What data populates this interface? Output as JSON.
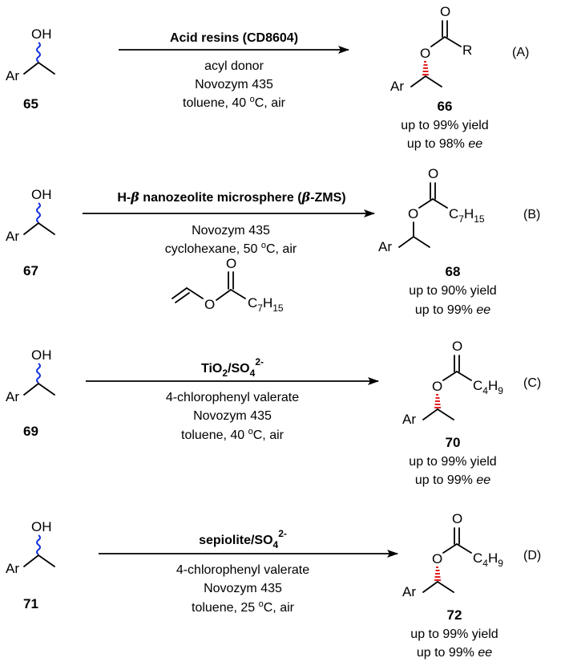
{
  "atoms": {
    "oh": "OH",
    "ar": "Ar",
    "o": "O",
    "r": "R",
    "c7": "C",
    "c7_sub": "7",
    "h15": "H",
    "h15_sub": "15",
    "c4": "C",
    "c4_sub": "4",
    "h9": "H",
    "h9_sub": "9"
  },
  "reactions": [
    {
      "label": "(A)",
      "sm": "65",
      "pdt": "66",
      "catalyst": "Acid resins (CD8604)",
      "lines": [
        "acyl donor",
        "Novozym 435"
      ],
      "temp_pre": "toluene, 40 ",
      "temp_sup": "o",
      "temp_post": "C, air",
      "yield": "up to 99% yield",
      "ee_pre": "up to 98% ",
      "ee_it": "ee"
    },
    {
      "label": "(B)",
      "sm": "67",
      "pdt": "68",
      "cat_pre": "H-",
      "cat_beta": "β",
      "cat_mid": " nanozeolite microsphere (",
      "cat_beta2": "β",
      "cat_post": "-ZMS)",
      "lines": [
        "Novozym 435"
      ],
      "temp_pre": "cyclohexane, 50 ",
      "temp_sup": "o",
      "temp_post": "C, air",
      "yield": "up to 90% yield",
      "ee_pre": "up to 99% ",
      "ee_it": "ee"
    },
    {
      "label": "(C)",
      "sm": "69",
      "pdt": "70",
      "cat_pre": "TiO",
      "cat_sub1": "2",
      "cat_mid": "/SO",
      "cat_sub2": "4",
      "cat_sup": "2-",
      "lines": [
        "4-chlorophenyl valerate",
        "Novozym 435"
      ],
      "temp_pre": "toluene, 40 ",
      "temp_sup": "o",
      "temp_post": "C, air",
      "yield": "up to 99% yield",
      "ee_pre": "up to 99% ",
      "ee_it": "ee"
    },
    {
      "label": "(D)",
      "sm": "71",
      "pdt": "72",
      "cat_pre": "sepiolite/SO",
      "cat_sub2": "4",
      "cat_sup": "2-",
      "lines": [
        "4-chlorophenyl valerate",
        "Novozym 435"
      ],
      "temp_pre": "toluene, 25 ",
      "temp_sup": "o",
      "temp_post": "C, air",
      "yield": "up to 99% yield",
      "ee_pre": "up to 99% ",
      "ee_it": "ee"
    }
  ]
}
